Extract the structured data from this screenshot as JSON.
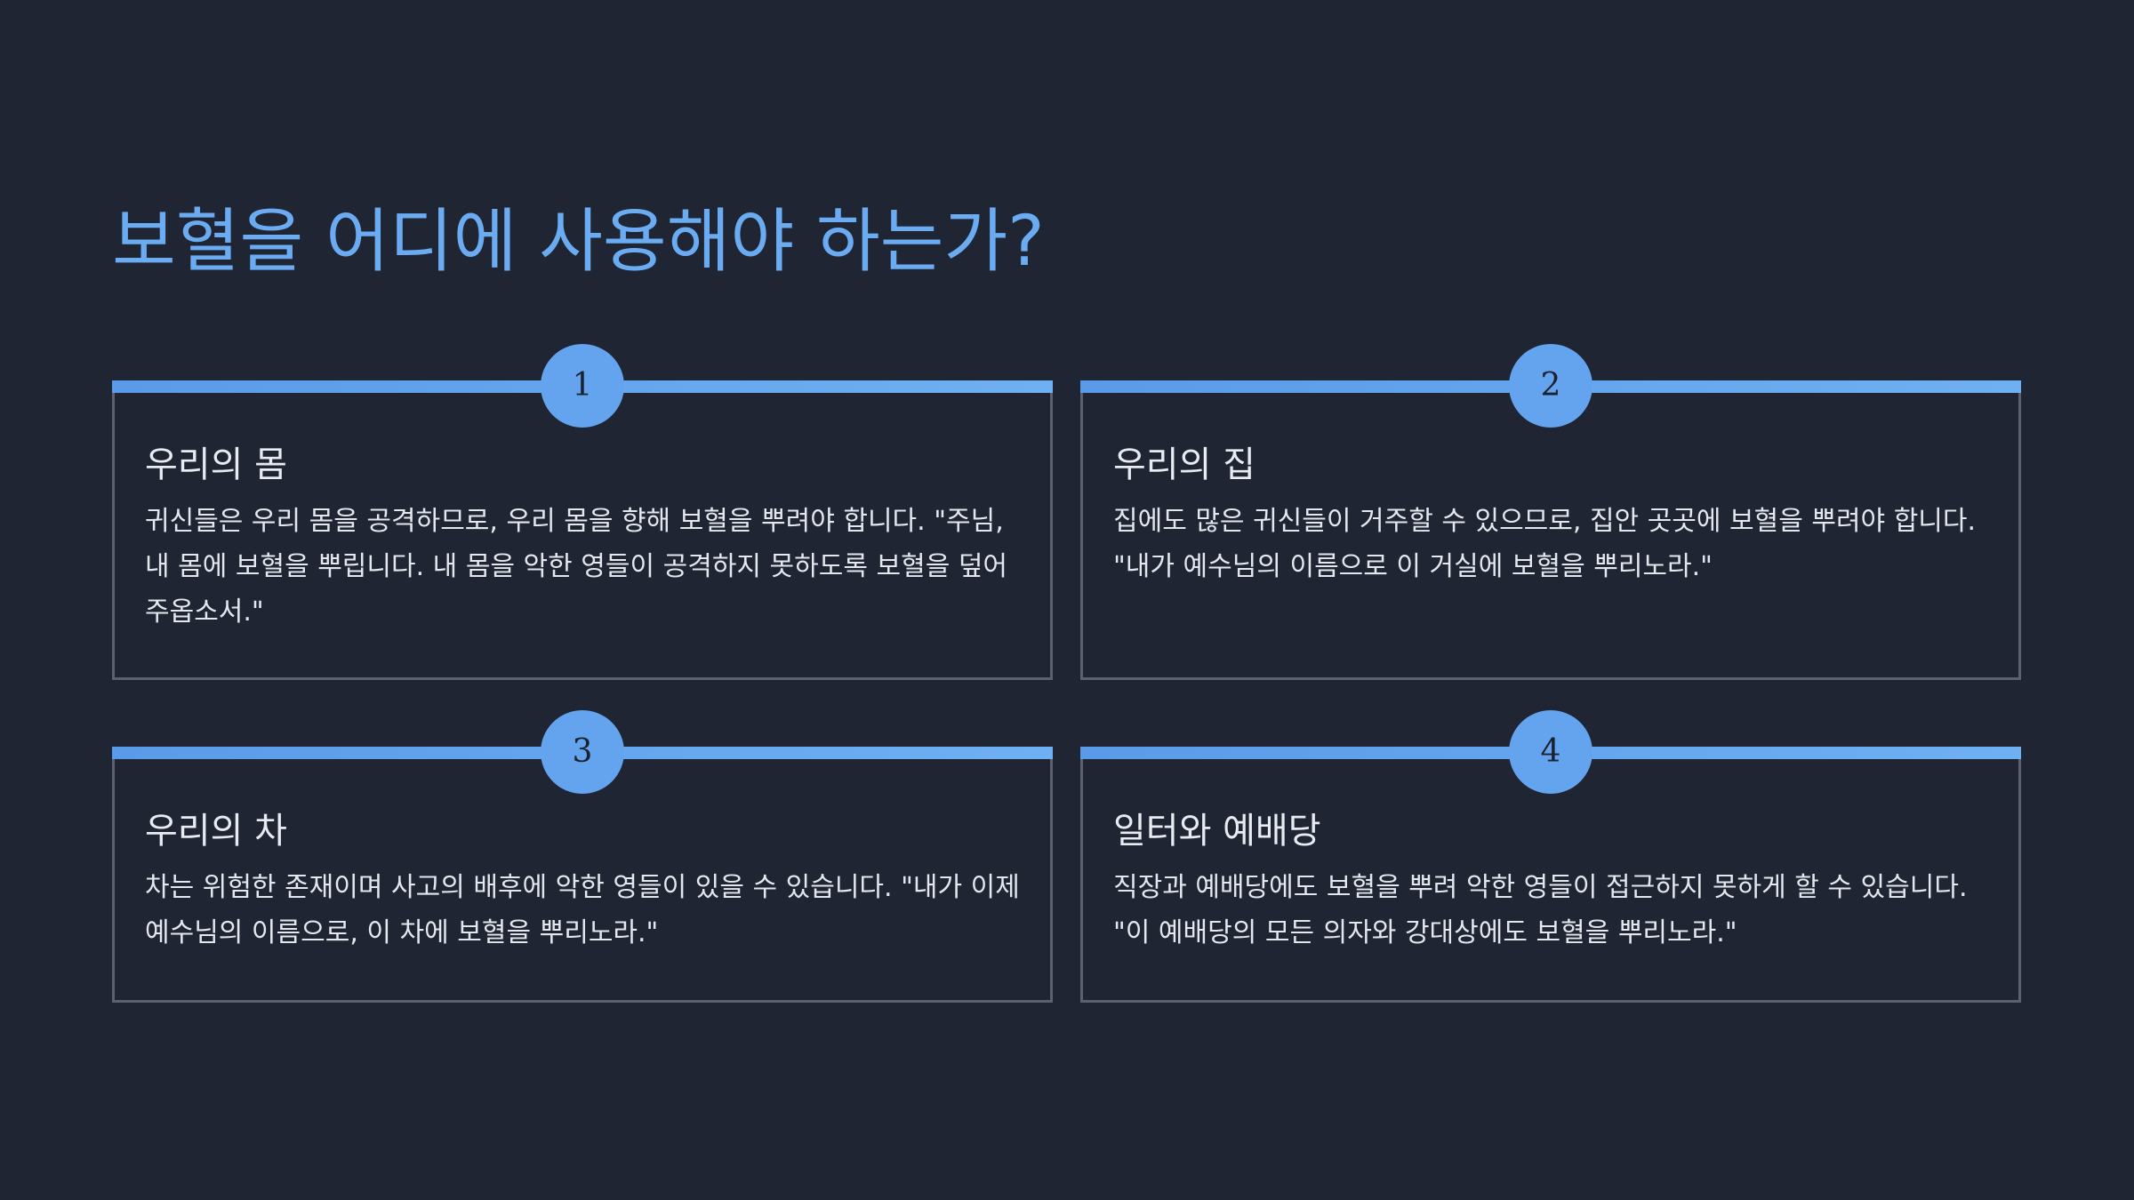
{
  "page": {
    "title": "보혈을 어디에 사용해야 하는가?"
  },
  "colors": {
    "background": "#1f2533",
    "accent": "#6aabf2",
    "badge": "#64a4ee",
    "card_border": "#5a6170",
    "text": "#e4e8ee"
  },
  "cards": [
    {
      "number": "1",
      "title": "우리의 몸",
      "body": "귀신들은 우리 몸을 공격하므로, 우리 몸을 향해 보혈을 뿌려야 합니다. \"주님, 내 몸에 보혈을 뿌립니다. 내 몸을 악한 영들이 공격하지 못하도록 보혈을 덮어 주옵소서.\""
    },
    {
      "number": "2",
      "title": "우리의 집",
      "body": "집에도 많은 귀신들이 거주할 수 있으므로, 집안 곳곳에 보혈을 뿌려야 합니다. \"내가 예수님의 이름으로 이 거실에 보혈을 뿌리노라.\""
    },
    {
      "number": "3",
      "title": "우리의 차",
      "body": "차는 위험한 존재이며 사고의 배후에 악한 영들이 있을 수 있습니다. \"내가 이제 예수님의 이름으로, 이 차에 보혈을 뿌리노라.\""
    },
    {
      "number": "4",
      "title": "일터와 예배당",
      "body": "직장과 예배당에도 보혈을 뿌려 악한 영들이 접근하지 못하게 할 수 있습니다. \"이 예배당의 모든 의자와 강대상에도 보혈을 뿌리노라.\""
    }
  ]
}
